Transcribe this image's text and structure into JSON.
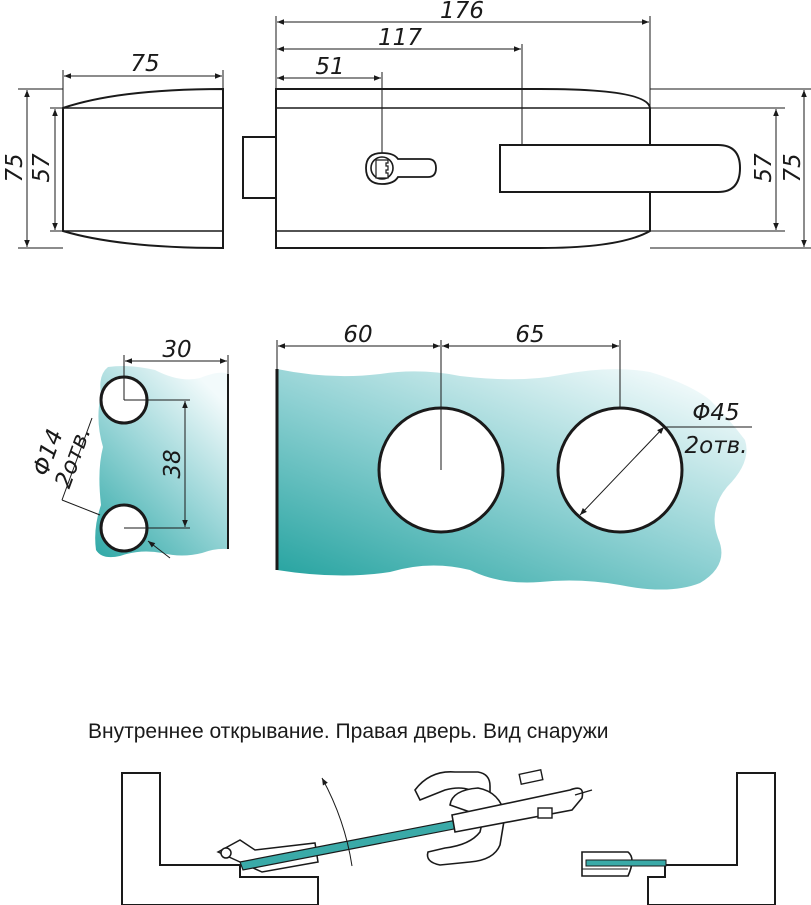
{
  "dimensions": {
    "left_width": "75",
    "left_height_outer": "75",
    "left_height_inner": "57",
    "total_length": "176",
    "handle_offset": "117",
    "cylinder_offset": "51",
    "right_height_inner": "57",
    "right_height_outer": "75",
    "hole_offset_small": "30",
    "hole_spacing": "38",
    "hole_diam_small": "Φ14",
    "hole_count_small": "2отв.",
    "hole_offset_large_1": "60",
    "hole_offset_large_2": "65",
    "hole_diam_large": "Φ45",
    "hole_count_large": "2отв."
  },
  "caption": "Внутреннее открывание. Правая дверь. Вид снаружи",
  "colors": {
    "glass_teal": "#3aaaa8",
    "glass_light": "#eaf7f8",
    "line": "#1a1a1a"
  }
}
